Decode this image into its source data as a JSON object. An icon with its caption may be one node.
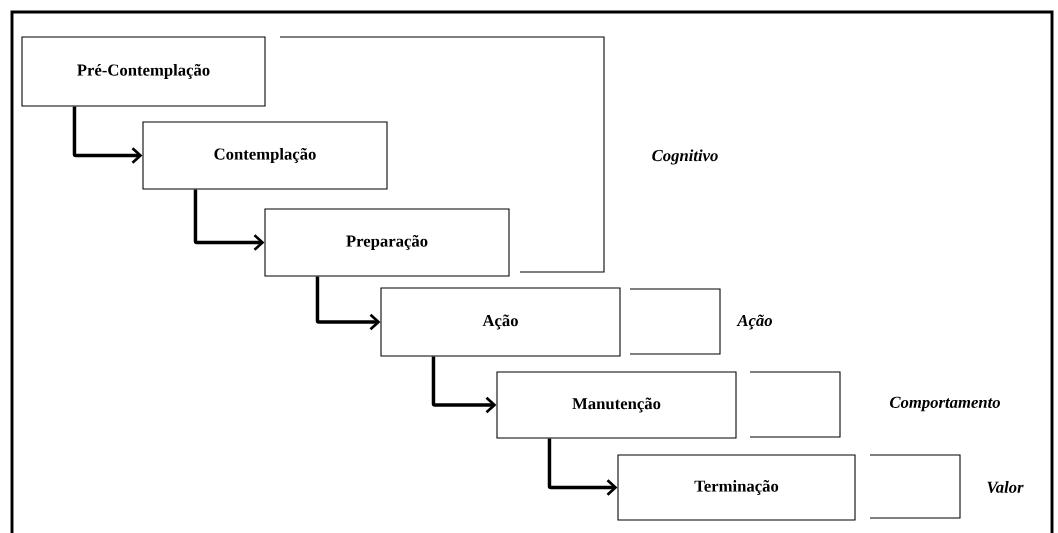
{
  "diagram": {
    "nodes": [
      {
        "text": [
          "Pré-Contemplação"
        ]
      },
      {
        "text": [
          "Contemplação"
        ]
      },
      {
        "text": [
          "Preparação"
        ]
      },
      {
        "text": [
          "Ação"
        ]
      },
      {
        "text": [
          "Manutenção"
        ]
      },
      {
        "text": [
          "Terminação"
        ]
      }
    ],
    "edges": [
      {
        "from": 0,
        "to": 1,
        "arrow": "to"
      },
      {
        "from": 1,
        "to": 2,
        "arrow": "to"
      },
      {
        "from": 2,
        "to": 3,
        "arrow": "to"
      },
      {
        "from": 3,
        "to": 4,
        "arrow": "to"
      },
      {
        "from": 4,
        "to": 5,
        "arrow": "to"
      }
    ],
    "labels": [
      "Cognitivo",
      "Ação",
      "Comportamento",
      "Valor"
    ]
  }
}
